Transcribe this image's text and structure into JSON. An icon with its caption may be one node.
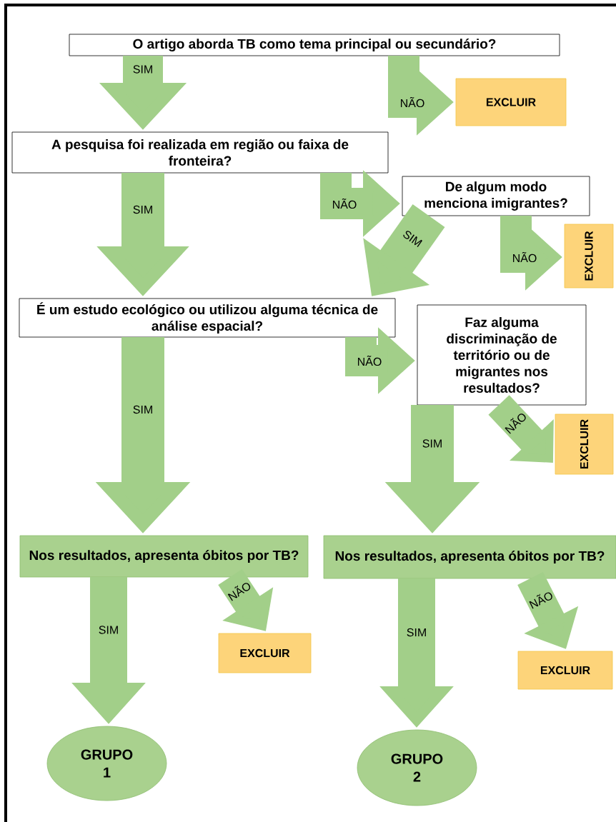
{
  "diagram": {
    "nodes": [
      {
        "text": [
          "O artigo aborda TB como tema principal ou secundário?"
        ]
      },
      {
        "text": [
          "EXCLUIR"
        ]
      },
      {
        "text": [
          "A pesquisa foi realizada em região ou faixa de fronteira?"
        ]
      },
      {
        "text": [
          "De algum modo menciona imigrantes?"
        ]
      },
      {
        "text": [
          "EXCLUIR"
        ]
      },
      {
        "text": [
          "É um estudo ecológico ou utilizou alguma técnica de análise espacial?"
        ]
      },
      {
        "text": [
          "Faz alguma discriminação de território ou de migrantes nos resultados?"
        ]
      },
      {
        "text": [
          "EXCLUIR"
        ]
      },
      {
        "text": [
          "Nos resultados, apresenta óbitos por TB?"
        ]
      },
      {
        "text": [
          "Nos resultados, apresenta óbitos por TB?"
        ]
      },
      {
        "text": [
          "EXCLUIR"
        ]
      },
      {
        "text": [
          "EXCLUIR"
        ]
      },
      {
        "text": [
          "GRUPO 1"
        ]
      },
      {
        "text": [
          "GRUPO 2"
        ]
      }
    ],
    "edges": [
      {
        "from": 0,
        "to": 2,
        "label": "SIM",
        "arrow": "to"
      },
      {
        "from": 0,
        "to": 1,
        "label": "NÃO",
        "arrow": "to"
      },
      {
        "from": 2,
        "to": 5,
        "label": "SIM",
        "arrow": "to"
      },
      {
        "from": 2,
        "to": 3,
        "label": "NÃO",
        "arrow": "to"
      },
      {
        "from": 3,
        "to": 5,
        "label": "SIM",
        "arrow": "to"
      },
      {
        "from": 3,
        "to": 4,
        "label": "NÃO",
        "arrow": "to"
      },
      {
        "from": 5,
        "to": 8,
        "label": "SIM",
        "arrow": "to"
      },
      {
        "from": 5,
        "to": 6,
        "label": "NÃO",
        "arrow": "to"
      },
      {
        "from": 6,
        "to": 9,
        "label": "SIM",
        "arrow": "to"
      },
      {
        "from": 6,
        "to": 7,
        "label": "NÃO",
        "arrow": "to"
      },
      {
        "from": 8,
        "to": 12,
        "label": "SIM",
        "arrow": "to"
      },
      {
        "from": 8,
        "to": 10,
        "label": "NÃO",
        "arrow": "to"
      },
      {
        "from": 9,
        "to": 13,
        "label": "SIM",
        "arrow": "to"
      },
      {
        "from": 9,
        "to": 11,
        "label": "NÃO",
        "arrow": "to"
      }
    ]
  }
}
